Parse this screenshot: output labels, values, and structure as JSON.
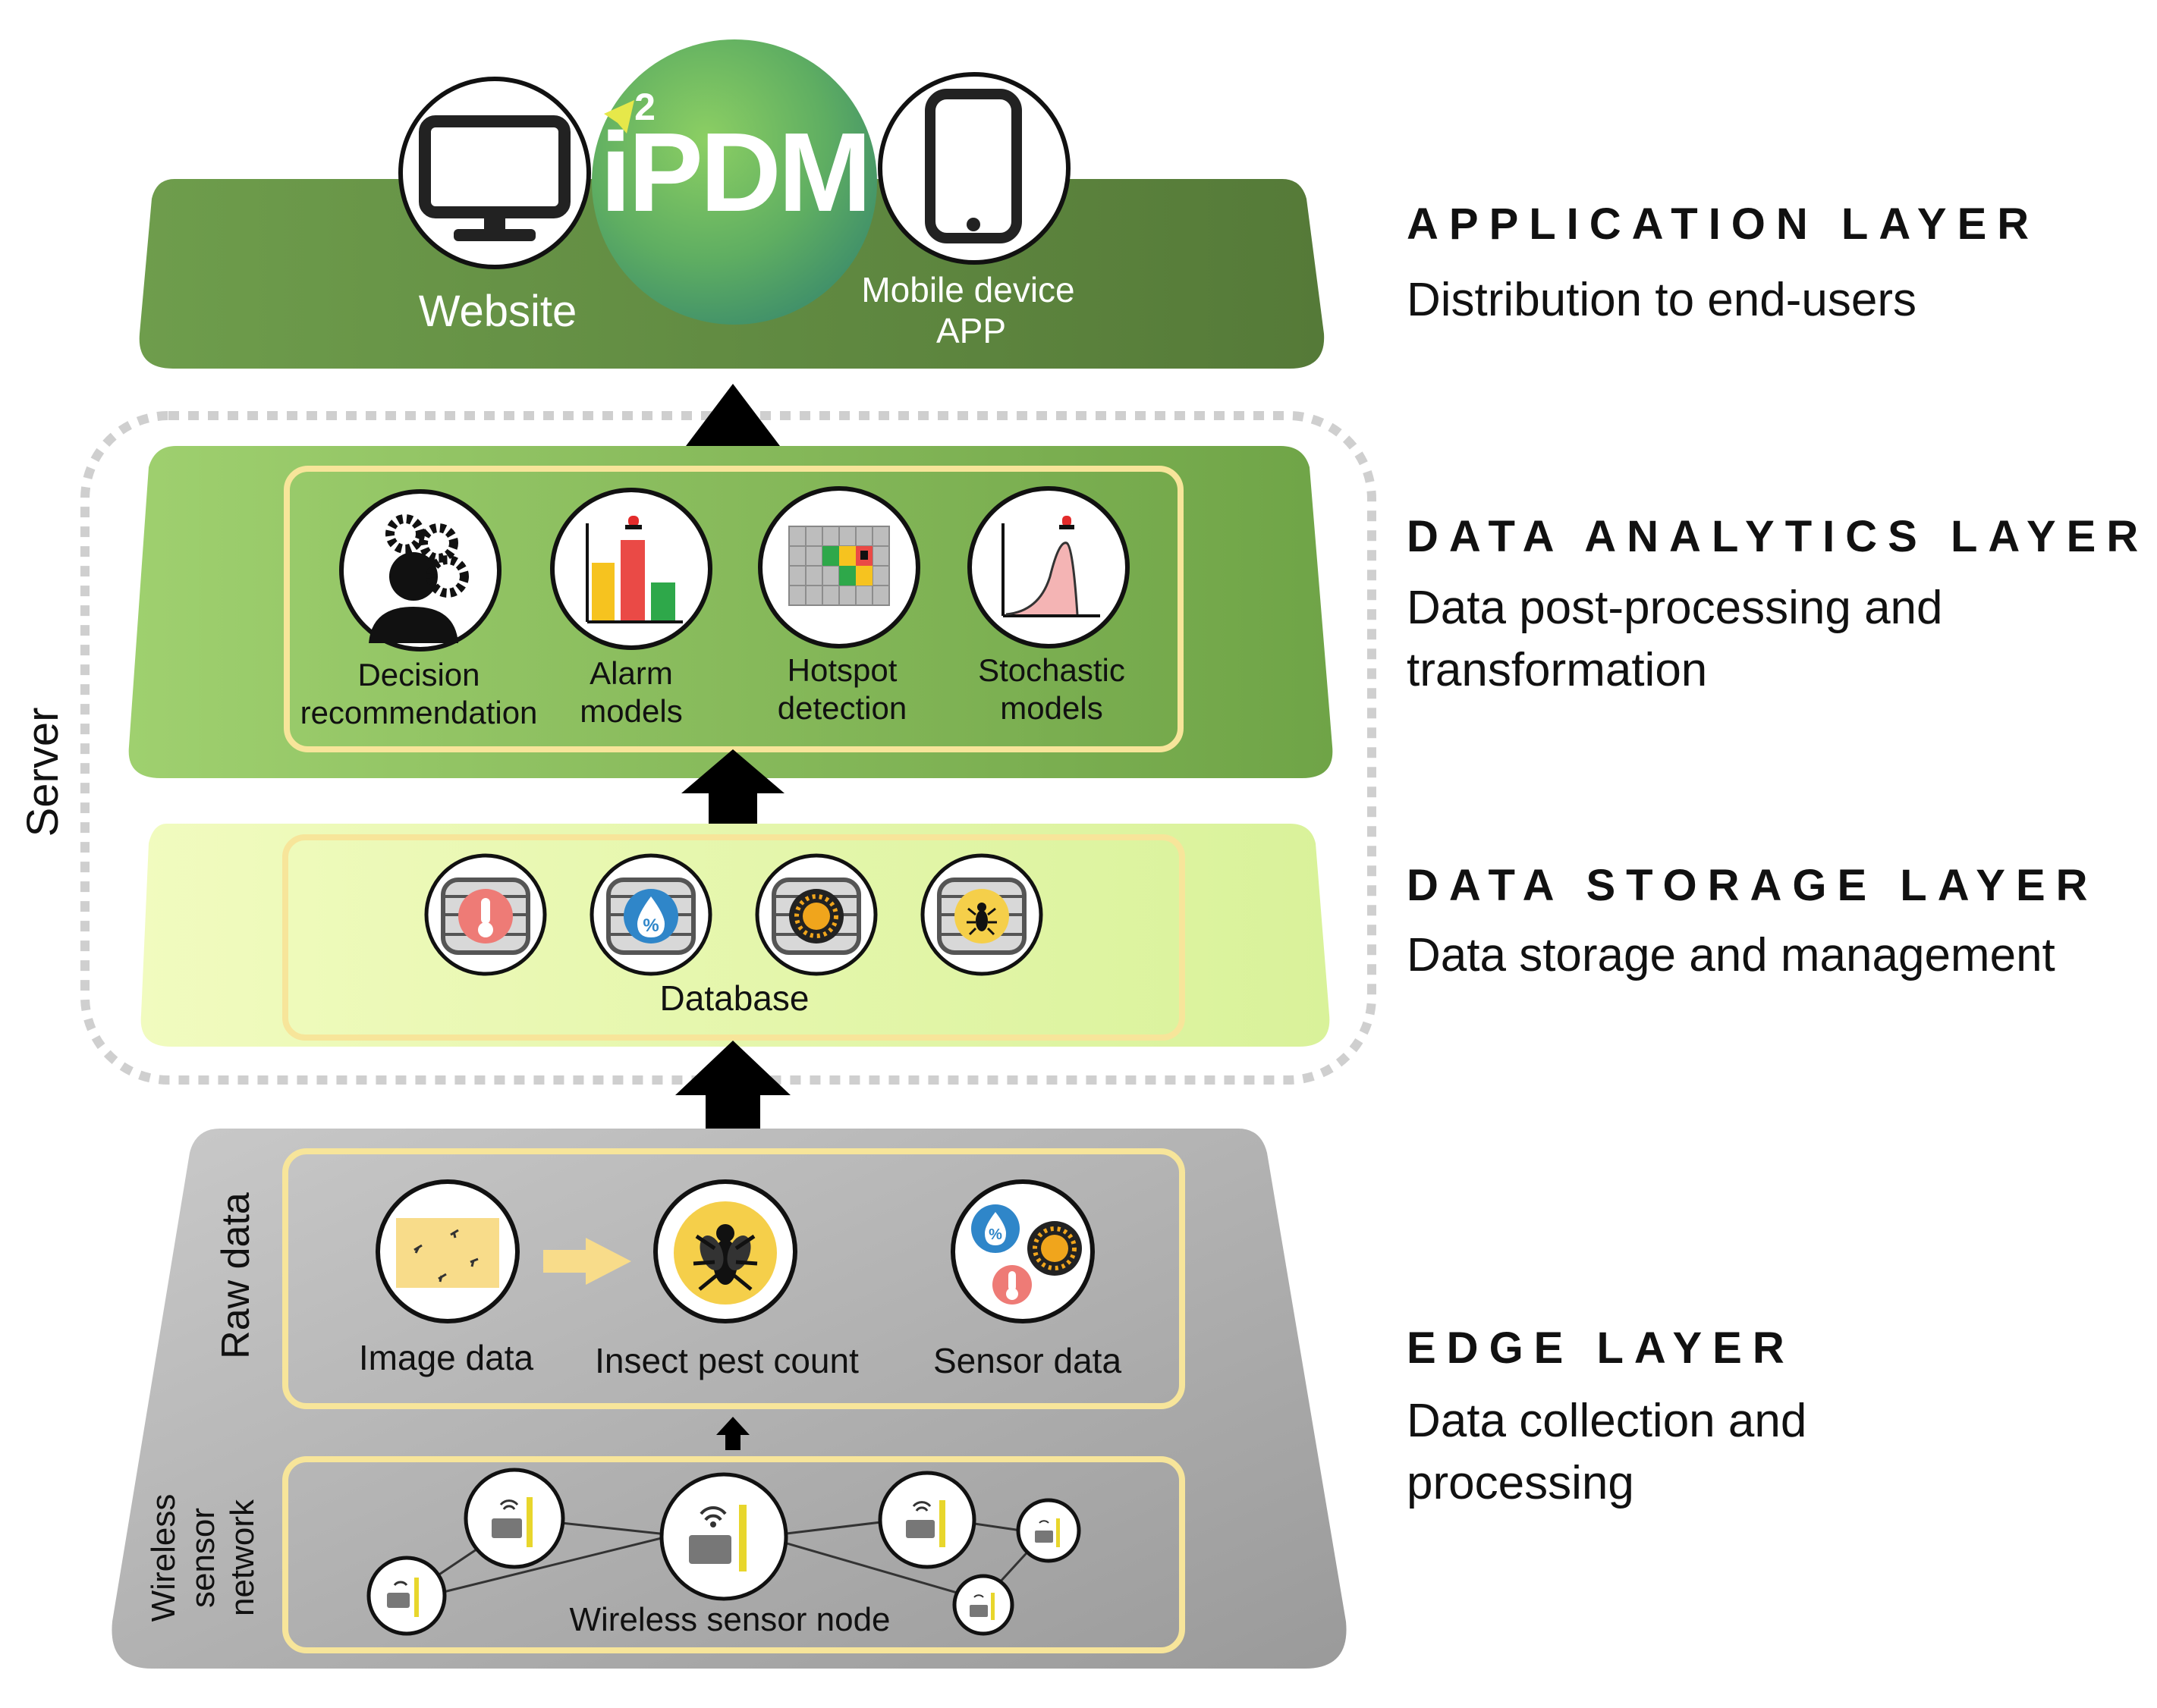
{
  "logo": {
    "text": "iPDM",
    "superscript": "2"
  },
  "application": {
    "website_label": "Website",
    "mobile_label_line1": "Mobile device",
    "mobile_label_line2": "APP"
  },
  "analytics": {
    "items": [
      {
        "line1": "Decision",
        "line2": "recommendation",
        "icon": "decision-gears-person-icon"
      },
      {
        "line1": "Alarm",
        "line2": "models",
        "icon": "alarm-bar-chart-icon"
      },
      {
        "line1": "Hotspot",
        "line2": "detection",
        "icon": "hotspot-grid-icon"
      },
      {
        "line1": "Stochastic",
        "line2": "models",
        "icon": "stochastic-curve-icon"
      }
    ]
  },
  "server_label": "Server",
  "storage": {
    "database_label": "Database",
    "icons": [
      "temperature-db-icon",
      "humidity-db-icon",
      "sun-db-icon",
      "insect-db-icon"
    ]
  },
  "edge": {
    "raw_data_label": "Raw data",
    "image_data_label": "Image data",
    "insect_count_label": "Insect pest count",
    "sensor_data_label": "Sensor data",
    "wsn_label_line1": "Wireless",
    "wsn_label_line2": "sensor",
    "wsn_label_line3": "network",
    "node_label": "Wireless sensor node"
  },
  "layers": [
    {
      "title": "APPLICATION LAYER",
      "desc_line1": "Distribution to end-users",
      "desc_line2": ""
    },
    {
      "title": "DATA ANALYTICS LAYER",
      "desc_line1": "Data post-processing and",
      "desc_line2": "transformation"
    },
    {
      "title": "DATA STORAGE LAYER",
      "desc_line1": "Data storage and management",
      "desc_line2": ""
    },
    {
      "title": "EDGE LAYER",
      "desc_line1": "Data collection and",
      "desc_line2": "processing"
    }
  ],
  "colors": {
    "app_dark": "#5a8a3c",
    "analytics_green": "#86bf5a",
    "storage_light": "#e8f7b0",
    "edge_gray": "#a8a8a8",
    "yellow_border": "#f7e59a",
    "insect_yellow": "#f5cf4a"
  }
}
